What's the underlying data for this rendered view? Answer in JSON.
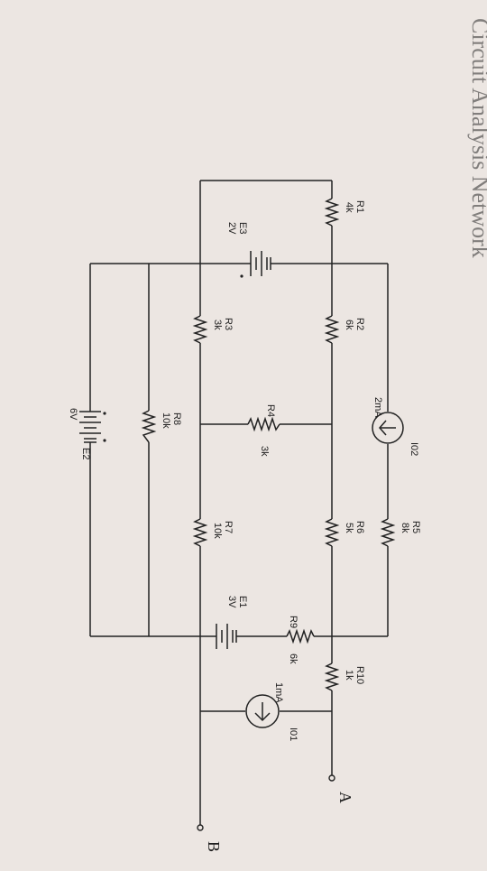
{
  "background_color": "#ece6e2",
  "ink_color": "#222222",
  "header_text": "Circuit Analysis Network",
  "components": {
    "R1": {
      "name": "R1",
      "value": "4k"
    },
    "R2": {
      "name": "R2",
      "value": "6k"
    },
    "R3": {
      "name": "R3",
      "value": "3k"
    },
    "R4": {
      "name": "R4",
      "value": "3k"
    },
    "R5": {
      "name": "R5",
      "value": "8k"
    },
    "R6": {
      "name": "R6",
      "value": "5k"
    },
    "R7": {
      "name": "R7",
      "value": "10k"
    },
    "R8": {
      "name": "R8",
      "value": "10k"
    },
    "R9": {
      "name": "R9",
      "value": "6k"
    },
    "R10": {
      "name": "R10",
      "value": "1k"
    },
    "E1": {
      "name": "E1",
      "value": "3V"
    },
    "E2": {
      "name": "E2",
      "value": "6V"
    },
    "E3": {
      "name": "E3",
      "value": "2V"
    },
    "I01": {
      "name": "I01",
      "value": "1mA"
    },
    "I02": {
      "name": "I02",
      "value": "2mA"
    }
  },
  "terminals": {
    "A": "A",
    "B": "B"
  },
  "polarity": {
    "plus": "+",
    "minus": "-"
  }
}
